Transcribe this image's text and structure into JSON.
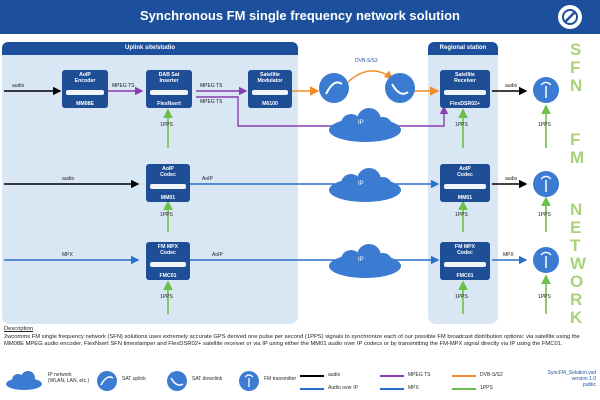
{
  "title": "Synchronous FM single frequency network solution",
  "panels": {
    "uplink": "Uplink site/studio",
    "regional": "Regional station"
  },
  "devices": {
    "aoip_encoder": {
      "label": "AoIP\nEncoder",
      "name": "MM08E"
    },
    "dab_sat": {
      "label": "DAB Sat\nInserter",
      "name": "FlexNsert"
    },
    "sat_mod": {
      "label": "Satellite\nModulator",
      "name": "M6100"
    },
    "sat_recv": {
      "label": "Satellite\nReceiver",
      "name": "FlexDSR02+"
    },
    "aoip_codec1": {
      "label": "AoIP\nCodec",
      "name": "MM01"
    },
    "aoip_codec2": {
      "label": "AoIP\nCodec",
      "name": "MM01"
    },
    "fm_mpx1": {
      "label": "FM MPX\nCodec",
      "name": "FMC01"
    },
    "fm_mpx2": {
      "label": "FM MPX\nCodec",
      "name": "FMC01"
    }
  },
  "labels": {
    "audio": "audio",
    "mpeg_ts": "MPEG TS",
    "aoip": "AoIP",
    "mpx": "MPX",
    "ip": "IP",
    "onepps": "1PPS",
    "dvbs": "DVB-S/S2"
  },
  "side_letters": [
    "S",
    "F",
    "N",
    "",
    "F",
    "M",
    "",
    "N",
    "E",
    "T",
    "W",
    "O",
    "R",
    "K"
  ],
  "description": {
    "heading": "Description",
    "text": "2wcomms FM single frequency network (SFN) solutions uses extremely accurate GPS derived one pulse per second (1PPS) signals to synchronize each of our possible FM broadcast distribution options: via satellite using the MM08E MPEG audio encoder, FlexNsert SFN timestamper and FlexDSR02+ satellite receiver or via IP using either the MM01 audio over IP codecs or by transmitting the FM-MPX signal directly via IP using the FMC01."
  },
  "legend": {
    "ip_network": "IP network\n(WLAN, LAN, etc.)",
    "sat_uplink": "SAT uplink",
    "sat_downlink": "SAT downlink",
    "fm_tx": "FM transmitter",
    "audio": "audio",
    "audio_over_ip": "Audio over IP",
    "mpeg_ts": "MPEG TS",
    "mpx": "MPX",
    "dvbs": "DVB-S/S2",
    "onepps": "1PPS"
  },
  "version": {
    "file": "SyncFM_Solution.vsd",
    "ver": "version 1.0",
    "status": "public"
  },
  "colors": {
    "primary": "#1c4f9c",
    "audio": "#000000",
    "aoip": "#2b6fc9",
    "mpeg": "#8a3fb0",
    "dvbs": "#f28c28",
    "pps": "#6cc04a",
    "mpx": "#2b6fc9"
  }
}
